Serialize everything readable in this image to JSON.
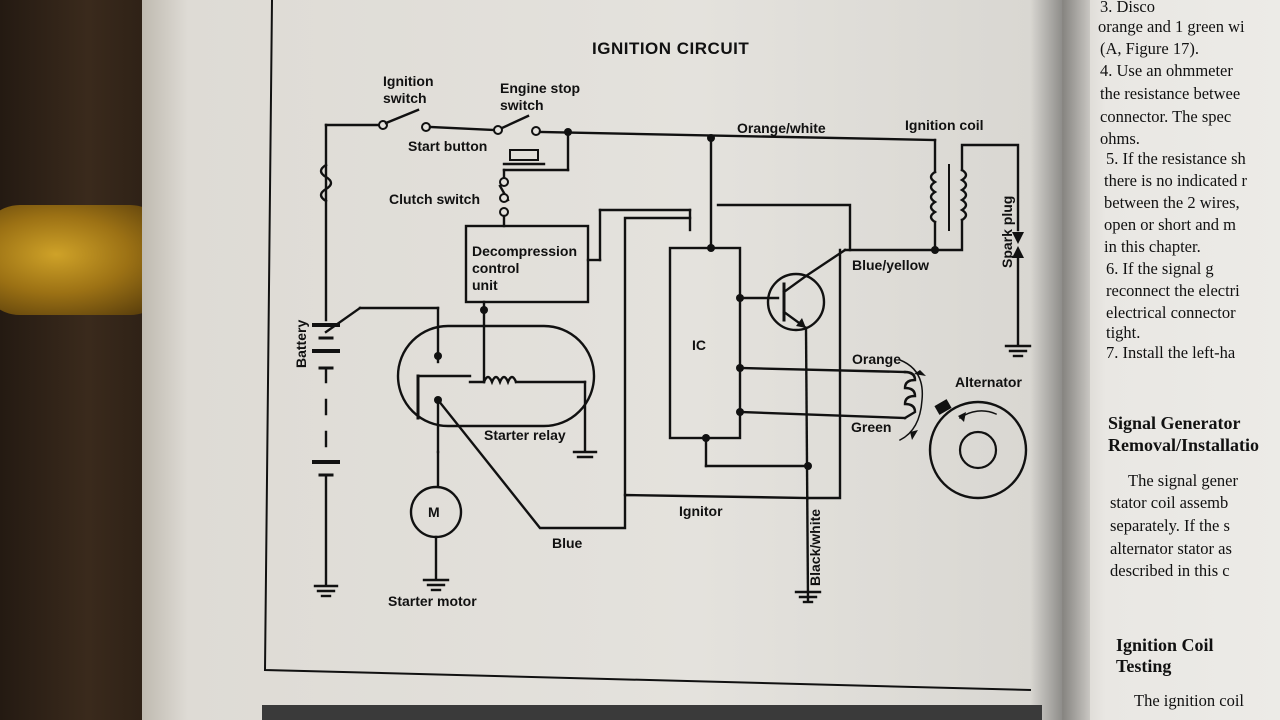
{
  "diagram": {
    "title": "IGNITION CIRCUIT",
    "labels": {
      "ignition_switch": [
        "Ignition",
        "switch"
      ],
      "engine_stop_switch": [
        "Engine stop",
        "switch"
      ],
      "start_button": "Start button",
      "clutch_switch": "Clutch switch",
      "decompression_unit": [
        "Decompression",
        "control",
        "unit"
      ],
      "battery": "Battery",
      "starter_relay": "Starter relay",
      "starter_motor": "Starter motor",
      "motor_symbol": "M",
      "blue": "Blue",
      "orange_white": "Orange/white",
      "ignition_coil": "Ignition coil",
      "spark_plug": "Spark plug",
      "blue_yellow": "Blue/yellow",
      "ic": "IC",
      "orange": "Orange",
      "green": "Green",
      "alternator": "Alternator",
      "ignitor": "Ignitor",
      "black_white": "Black/white"
    }
  },
  "right_page": {
    "lines": [
      "3. Disco",
      "orange and 1 green wi",
      "(A, Figure 17).",
      "4. Use an ohmmeter",
      "the resistance betwee",
      "connector. The spec",
      "ohms.",
      "5. If the resistance sh",
      "there is no indicated r",
      "between the 2 wires,",
      "open or short and m",
      "in this chapter.",
      "6. If the signal g",
      "reconnect the electri",
      "electrical connector",
      "tight.",
      "7. Install the left-ha"
    ],
    "heading1": [
      "Signal Generator",
      "Removal/Installatio"
    ],
    "para2": [
      "The signal gener",
      "stator coil assemb",
      "separately. If the s",
      "alternator stator as",
      "described in this c"
    ],
    "heading2": [
      "Ignition Coil",
      "Testing"
    ],
    "para3": [
      "The ignition coil"
    ]
  }
}
